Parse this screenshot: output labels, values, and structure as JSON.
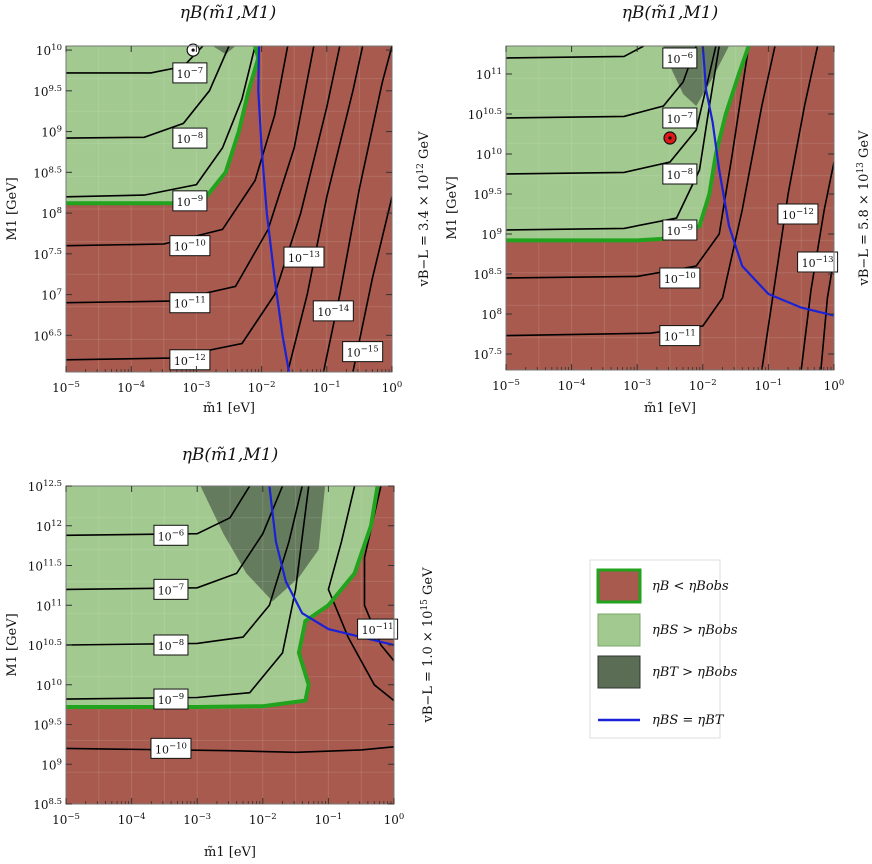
{
  "colors": {
    "red_region": "#a85a4e",
    "green_region": "#a2c98f",
    "dark_region": "#5b6d55",
    "green_boundary": "#22a31e",
    "blue_line": "#1a22d8",
    "contour": "#000000"
  },
  "legend": {
    "items": [
      {
        "label": "ηB < ηBobs",
        "swatch": "red"
      },
      {
        "label": "ηBS > ηBobs",
        "swatch": "green"
      },
      {
        "label": "ηBT > ηBobs",
        "swatch": "dark"
      },
      {
        "label": "ηBS = ηBT",
        "swatch": "blue-line"
      }
    ]
  },
  "chart_data": [
    {
      "type": "contour",
      "title": "ηB(m̃1,M1)",
      "xlabel": "m̃1 [eV]",
      "ylabel": "M1 [GeV]",
      "side_label": "vB−L = 3.4 × 10^12 GeV",
      "x_scale": "log",
      "y_scale": "log",
      "xlim_log10": [
        -5,
        0
      ],
      "ylim_log10": [
        6.05,
        10.05
      ],
      "x_ticks": [
        "10^-5",
        "10^-4",
        "10^-3",
        "10^-2",
        "10^-1",
        "10^0"
      ],
      "y_ticks": [
        "10^6.5",
        "10^7",
        "10^7.5",
        "10^8",
        "10^8.5",
        "10^9",
        "10^9.5",
        "10^10"
      ],
      "contour_labels": [
        {
          "text": "10^-7",
          "x": -3.1,
          "y": 9.72
        },
        {
          "text": "10^-8",
          "x": -3.1,
          "y": 8.92
        },
        {
          "text": "10^-9",
          "x": -3.1,
          "y": 8.15
        },
        {
          "text": "10^-10",
          "x": -3.1,
          "y": 7.6
        },
        {
          "text": "10^-11",
          "x": -3.1,
          "y": 6.9
        },
        {
          "text": "10^-12",
          "x": -3.1,
          "y": 6.2
        },
        {
          "text": "10^-13",
          "x": -1.35,
          "y": 7.46
        },
        {
          "text": "10^-14",
          "x": -0.9,
          "y": 6.8
        },
        {
          "text": "10^-15",
          "x": -0.45,
          "y": 6.3
        }
      ],
      "marker": {
        "type": "white-dot",
        "x": -3.05,
        "y": 10.0
      }
    },
    {
      "type": "contour",
      "title": "ηB(m̃1,M1)",
      "xlabel": "m̃1 [eV]",
      "ylabel": "M1 [GeV]",
      "side_label": "vB−L = 5.8 × 10^13 GeV",
      "x_scale": "log",
      "y_scale": "log",
      "xlim_log10": [
        -5,
        0
      ],
      "ylim_log10": [
        7.3,
        11.35
      ],
      "x_ticks": [
        "10^-5",
        "10^-4",
        "10^-3",
        "10^-2",
        "10^-1",
        "10^0"
      ],
      "y_ticks": [
        "10^7.5",
        "10^8",
        "10^8.5",
        "10^9",
        "10^9.5",
        "10^10",
        "10^10.5",
        "10^11"
      ],
      "contour_labels": [
        {
          "text": "10^-6",
          "x": -2.35,
          "y": 11.2
        },
        {
          "text": "10^-7",
          "x": -2.35,
          "y": 10.45
        },
        {
          "text": "10^-8",
          "x": -2.35,
          "y": 9.75
        },
        {
          "text": "10^-9",
          "x": -2.35,
          "y": 9.05
        },
        {
          "text": "10^-10",
          "x": -2.35,
          "y": 8.45
        },
        {
          "text": "10^-11",
          "x": -2.35,
          "y": 7.73
        },
        {
          "text": "10^-12",
          "x": -0.55,
          "y": 9.25
        },
        {
          "text": "10^-13",
          "x": -0.25,
          "y": 8.65
        }
      ],
      "marker": {
        "type": "red-dot",
        "x": -2.5,
        "y": 10.2
      }
    },
    {
      "type": "contour",
      "title": "ηB(m̃1,M1)",
      "xlabel": "m̃1 [eV]",
      "ylabel": "M1 [GeV]",
      "side_label": "vB−L = 1.0 × 10^15 GeV",
      "x_scale": "log",
      "y_scale": "log",
      "xlim_log10": [
        -5,
        0
      ],
      "ylim_log10": [
        8.5,
        12.5
      ],
      "x_ticks": [
        "10^-5",
        "10^-4",
        "10^-3",
        "10^-2",
        "10^-1",
        "10^0"
      ],
      "y_ticks": [
        "10^8.5",
        "10^9",
        "10^9.5",
        "10^10",
        "10^10.5",
        "10^11",
        "10^11.5",
        "10^12",
        "10^12.5"
      ],
      "contour_labels": [
        {
          "text": "10^-6",
          "x": -3.4,
          "y": 11.88
        },
        {
          "text": "10^-7",
          "x": -3.4,
          "y": 11.2
        },
        {
          "text": "10^-8",
          "x": -3.4,
          "y": 10.5
        },
        {
          "text": "10^-9",
          "x": -3.4,
          "y": 9.82
        },
        {
          "text": "10^-10",
          "x": -3.4,
          "y": 9.2
        },
        {
          "text": "10^-11",
          "x": -0.25,
          "y": 10.7
        }
      ]
    }
  ]
}
